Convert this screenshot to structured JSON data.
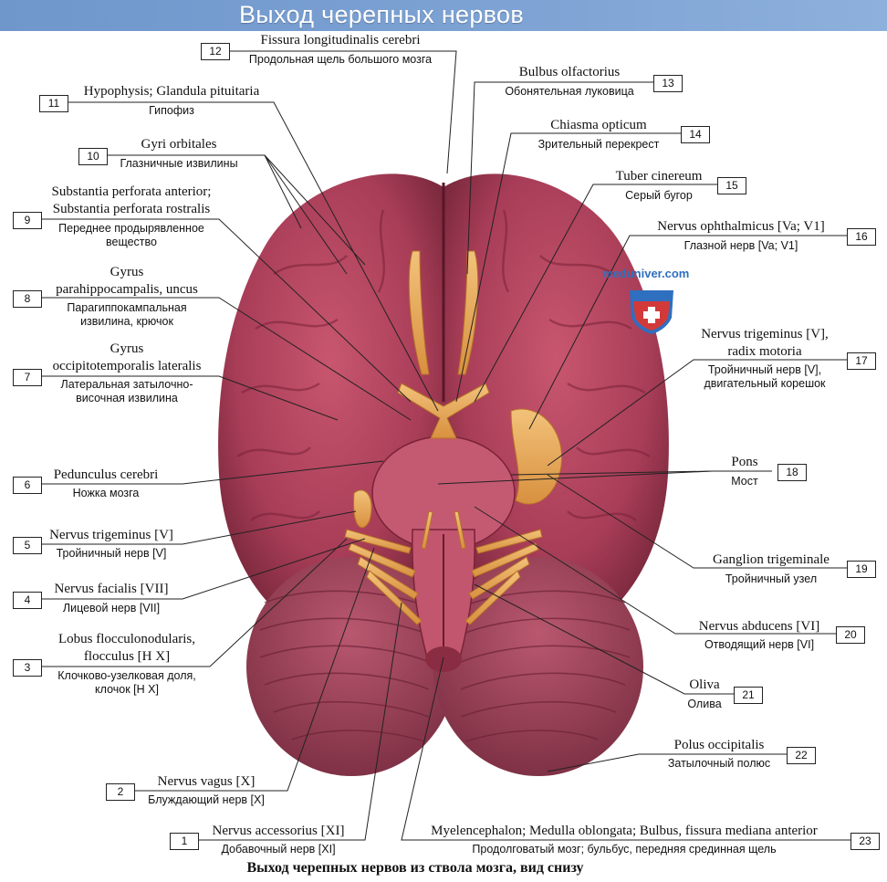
{
  "title": "Выход черепных нервов",
  "caption": "Выход черепных нервов из ствола мозга, вид снизу",
  "watermark": "meduniver.com",
  "colors": {
    "title_bar": "#7ea3d4",
    "brain": "#b0425a",
    "nerve": "#e7a553",
    "cerebellum": "#a64d63"
  },
  "labels": [
    {
      "num": "12",
      "latin": "Fissura longitudinalis cerebri",
      "russian": "Продольная щель большого мозга"
    },
    {
      "num": "13",
      "latin": "Bulbus olfactorius",
      "russian": "Обонятельная луковица"
    },
    {
      "num": "11",
      "latin": "Hypophysis; Glandula pituitaria",
      "russian": "Гипофиз"
    },
    {
      "num": "14",
      "latin": "Chiasma opticum",
      "russian": "Зрительный перекрест"
    },
    {
      "num": "10",
      "latin": "Gyri orbitales",
      "russian": "Глазничные извилины"
    },
    {
      "num": "15",
      "latin": "Tuber cinereum",
      "russian": "Серый бугор"
    },
    {
      "num": "9",
      "latin": "Substantia perforata anterior;",
      "latin2": "Substantia perforata rostralis",
      "russian": "Переднее продырявленное",
      "russian2": "вещество"
    },
    {
      "num": "16",
      "latin": "Nervus ophthalmicus [Va; V1]",
      "russian": "Глазной нерв [Va; V1]"
    },
    {
      "num": "8",
      "latin": "Gyrus",
      "latin2": "parahippocampalis, uncus",
      "russian": "Парагиппокампальная",
      "russian2": "извилина, крючок"
    },
    {
      "num": "17",
      "latin": "Nervus trigeminus [V],",
      "latin2": "radix motoria",
      "russian": "Тройничный нерв [V],",
      "russian2": "двигательный корешок"
    },
    {
      "num": "7",
      "latin": "Gyrus",
      "latin2": "occipitotemporalis lateralis",
      "russian": "Латеральная затылочно-",
      "russian2": "височная извилина"
    },
    {
      "num": "18",
      "latin": "Pons",
      "russian": "Мост"
    },
    {
      "num": "6",
      "latin": "Pedunculus cerebri",
      "russian": "Ножка мозга"
    },
    {
      "num": "5",
      "latin": "Nervus trigeminus [V]",
      "russian": "Тройничный нерв [V]"
    },
    {
      "num": "19",
      "latin": "Ganglion trigeminale",
      "russian": "Тройничный узел"
    },
    {
      "num": "4",
      "latin": "Nervus facialis [VII]",
      "russian": "Лицевой нерв [VII]"
    },
    {
      "num": "20",
      "latin": "Nervus abducens [VI]",
      "russian": "Отводящий нерв [VI]"
    },
    {
      "num": "3",
      "latin": "Lobus flocculonodularis,",
      "latin2": "flocculus [H X]",
      "russian": "Клочково-узелковая доля,",
      "russian2": "клочок [H X]"
    },
    {
      "num": "21",
      "latin": "Oliva",
      "russian": "Олива"
    },
    {
      "num": "22",
      "latin": "Polus occipitalis",
      "russian": "Затылочный полюс"
    },
    {
      "num": "2",
      "latin": "Nervus vagus [X]",
      "russian": "Блуждающий нерв [X]"
    },
    {
      "num": "1",
      "latin": "Nervus accessorius [XI]",
      "russian": "Добавочный нерв [XI]"
    },
    {
      "num": "23",
      "latin": "Myelencephalon; Medulla oblongata; Bulbus, fissura mediana anterior",
      "russian": "Продолговатый мозг; бульбус, передняя срединная щель"
    }
  ]
}
